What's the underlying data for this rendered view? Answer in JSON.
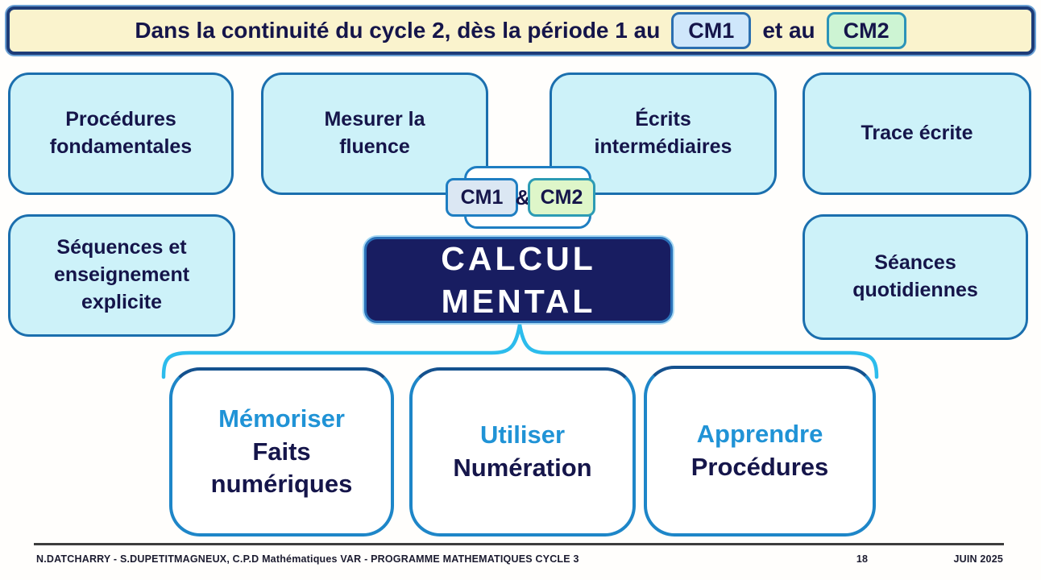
{
  "slide": {
    "banner": {
      "text_before": "Dans la continuité du cycle 2, dès la période 1 au",
      "cm1_label": "CM1",
      "text_between": "et au",
      "cm2_label": "CM2"
    },
    "feature_boxes": {
      "procedures": "Procédures\nfondamentales",
      "fluence": "Mesurer la\nfluence",
      "ecrits": "Écrits\nintermédiaires",
      "trace": "Trace écrite",
      "sequences": "Séquences et\nenseignement\nexplicite",
      "seances": "Séances\nquotidiennes"
    },
    "center": {
      "cm1_label": "CM1",
      "ampersand": "&",
      "cm2_label": "CM2",
      "title": "CALCUL\nMENTAL"
    },
    "pillars": [
      {
        "action": "Mémoriser",
        "topic": "Faits\nnumériques"
      },
      {
        "action": "Utiliser",
        "topic": "Numération"
      },
      {
        "action": "Apprendre",
        "topic": "Procédures"
      }
    ],
    "footer": {
      "credits": "N.DATCHARRY - S.DUPETITMAGNEUX, C.P.D Mathématiques VAR - PROGRAMME MATHEMATIQUES CYCLE 3",
      "page_number": "18",
      "date": "JUIN 2025"
    },
    "colors": {
      "banner_bg": "#faf3cd",
      "banner_border": "#1d3c78",
      "cyan_box_bg": "#cdf2f9",
      "cyan_box_border": "#1b6fae",
      "navy_text": "#15154a",
      "cm1_chip_bg": "#cfe7fb",
      "cm2_chip_bg": "#cdf4d3",
      "title_box_bg": "#181d61",
      "pillar_border": "#1e86c8",
      "action_blue": "#2093d6",
      "brace_cyan": "#2cbcec"
    }
  }
}
